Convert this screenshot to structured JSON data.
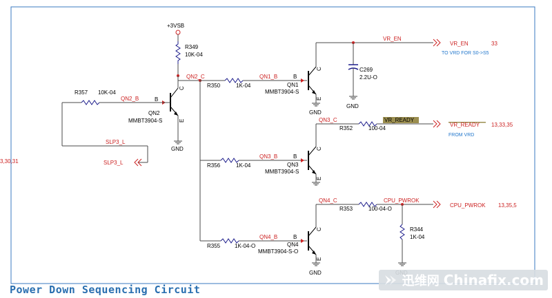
{
  "title": "Power Down Sequencing Circuit",
  "watermark": {
    "cn": "迅维网",
    "en": "Chinafix.com"
  },
  "left_edge_ref": "3,30,31",
  "power": {
    "label": "+3VSB"
  },
  "components": {
    "r349": {
      "ref": "R349",
      "value": "10K-04"
    },
    "r357": {
      "ref": "R357",
      "value": "10K-04"
    },
    "r350": {
      "ref": "R350",
      "value": "1K-04"
    },
    "r356": {
      "ref": "R356",
      "value": "1K-04"
    },
    "r355": {
      "ref": "R355",
      "value": "1K-04-O"
    },
    "r352": {
      "ref": "R352",
      "value": "100-04"
    },
    "r353": {
      "ref": "R353",
      "value": "100-04-O"
    },
    "r344": {
      "ref": "R344",
      "value": "1K-04"
    },
    "c269": {
      "ref": "C269",
      "value": "2.2U-O"
    },
    "qn1": {
      "ref": "QN1",
      "part": "MMBT3904-S"
    },
    "qn2": {
      "ref": "QN2",
      "part": "MMBT3904-S"
    },
    "qn3": {
      "ref": "QN3",
      "part": "MMBT3904-S"
    },
    "qn4": {
      "ref": "QN4",
      "part": "MMBT3904-S-O"
    }
  },
  "pins": {
    "b": "B",
    "c": "C",
    "e": "E"
  },
  "nets": {
    "qn2_b": "QN2_B",
    "qn2_c": "QN2_C",
    "qn1_b": "QN1_B",
    "qn3_b": "QN3_B",
    "qn4_b": "QN4_B",
    "qn3_c": "QN3_C",
    "qn4_c": "QN4_C",
    "slp3_l": "SLP3_L",
    "slp3_l_port": "SLP3_L",
    "vr_en": "VR_EN",
    "vr_ready": "VR_READY",
    "cpu_pwrok": "CPU_PWROK"
  },
  "gnd": "GND",
  "offpage": {
    "vr_en": {
      "name": "VR_EN",
      "refs": "33",
      "note": "TO VRD FOR S0->S5"
    },
    "vr_ready": {
      "name": "VR_READY",
      "refs": "13,33,35",
      "note": "FROM VRD"
    },
    "cpu_pwrok": {
      "name": "CPU_PWROK",
      "refs": "13,35,5"
    }
  },
  "colors": {
    "wire": "#4a4a4a",
    "net_label": "#cc2222",
    "note": "#2277cc",
    "title": "#2a6fb0",
    "highlight": "#8a7a30",
    "resistor": "#1a1a8a"
  }
}
